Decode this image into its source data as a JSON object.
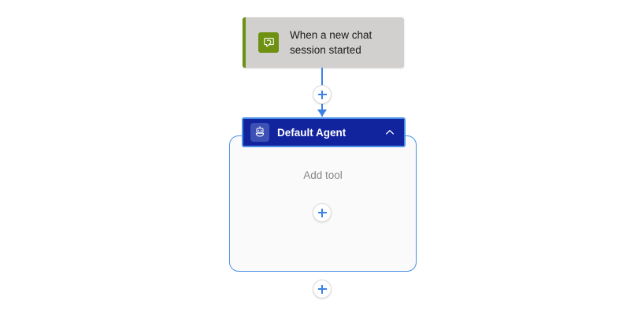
{
  "canvas": {
    "background_color": "#ffffff"
  },
  "trigger_node": {
    "name": "trigger-card",
    "label": "When a new chat session started",
    "icon": "chat-bubble-icon",
    "accent_color": "#6e9112",
    "background_color": "#d2d0ce",
    "text_color": "#1b1a19"
  },
  "connector": {
    "name": "connector-line",
    "color": "#3b82e8",
    "add_step_label": "+"
  },
  "agent_node": {
    "title": "Default Agent",
    "icon": "robot-icon",
    "collapse_icon": "chevron-up-icon",
    "header_color": "#12239e",
    "selection_color": "#4a90e8",
    "body_background": "#fafafa",
    "add_tool_label": "Add tool",
    "add_tool_button_label": "+"
  },
  "bottom_action": {
    "add_step_label": "+"
  }
}
